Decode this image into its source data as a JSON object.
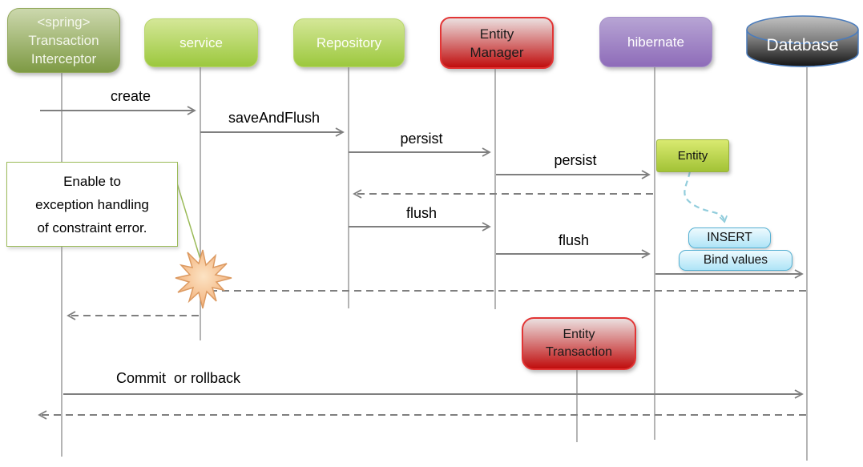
{
  "participants": {
    "interceptor": {
      "line1": "<spring>",
      "line2": "Transaction",
      "line3": "Interceptor"
    },
    "service": {
      "label": "service"
    },
    "repository": {
      "label": "Repository"
    },
    "entity_manager": {
      "line1": "Entity",
      "line2": "Manager"
    },
    "hibernate": {
      "label": "hibernate"
    },
    "database": {
      "label": "Database"
    }
  },
  "messages": {
    "create": "create",
    "save_and_flush": "saveAndFlush",
    "persist_repo_em": "persist",
    "persist_em_hib": "persist",
    "flush_repo_em": "flush",
    "flush_em_hib": "flush",
    "commit": "Commit  or rollback"
  },
  "note": {
    "line1": "Enable to",
    "line2": "exception handling",
    "line3": "of constraint error."
  },
  "artifacts": {
    "entity_label": "Entity",
    "insert_label": "INSERT",
    "bind_values_label": "Bind values",
    "entity_transaction": {
      "line1": "Entity",
      "line2": "Transaction"
    }
  },
  "colors": {
    "lifeline": "#8c8c8c",
    "arrow": "#7f7f7f",
    "note_border": "#9bbb59",
    "blue_arrow": "#92cddc",
    "star_fill": "#f5b87f",
    "star_stroke": "#dc9a62",
    "green_box": "#9cc83e",
    "olive_box": "#7e9a44",
    "red_box": "#c00d0d",
    "purple_box": "#8e6cb9",
    "cyan_box": "#aee4f7",
    "database_outline": "#4b7cbc"
  }
}
